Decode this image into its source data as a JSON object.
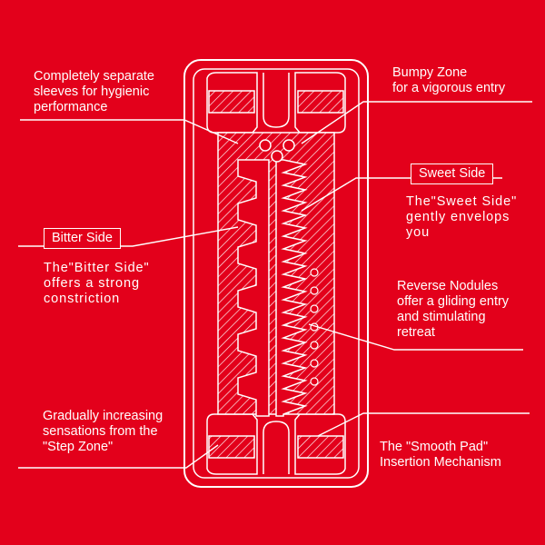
{
  "colors": {
    "background": "#e3001b",
    "line": "#ffffff"
  },
  "labels": {
    "sleeves": [
      "Completely separate",
      "sleeves for hygienic",
      "performance"
    ],
    "bumpy": [
      "Bumpy Zone",
      "for a vigorous entry"
    ],
    "sweet_title": "Sweet Side",
    "sweet_desc": [
      "The\"Sweet Side\"",
      "gently envelops",
      "you"
    ],
    "bitter_title": "Bitter Side",
    "bitter_desc": [
      "The\"Bitter Side\"",
      "offers a strong",
      "constriction"
    ],
    "nodules": [
      "Reverse Nodules",
      "offer a gliding entry",
      "and stimulating",
      "retreat"
    ],
    "step": [
      "Gradually increasing",
      "sensations from the",
      "\"Step Zone\""
    ],
    "pad": [
      "The \"Smooth Pad\"",
      "Insertion Mechanism"
    ]
  }
}
